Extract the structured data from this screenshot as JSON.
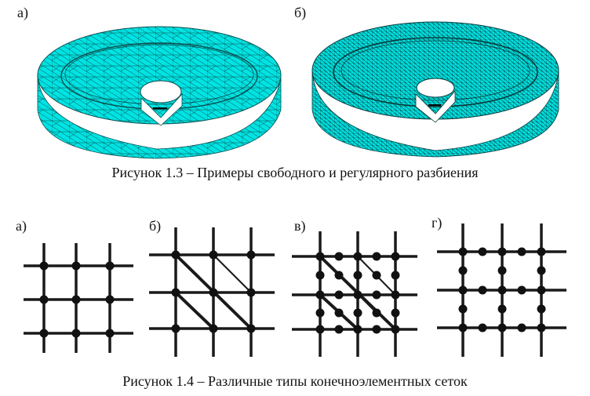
{
  "figure_1_3": {
    "label_a": "а)",
    "label_b": "б)",
    "caption": "Рисунок 1.3 – Примеры свободного и регулярного разбиения",
    "mesh_color": "#00e5e5"
  },
  "figure_1_4": {
    "label_a": "а)",
    "label_b": "б)",
    "label_v": "в)",
    "label_g": "г)",
    "caption": "Рисунок 1.4 – Различные типы конечноэлементных сеток"
  }
}
